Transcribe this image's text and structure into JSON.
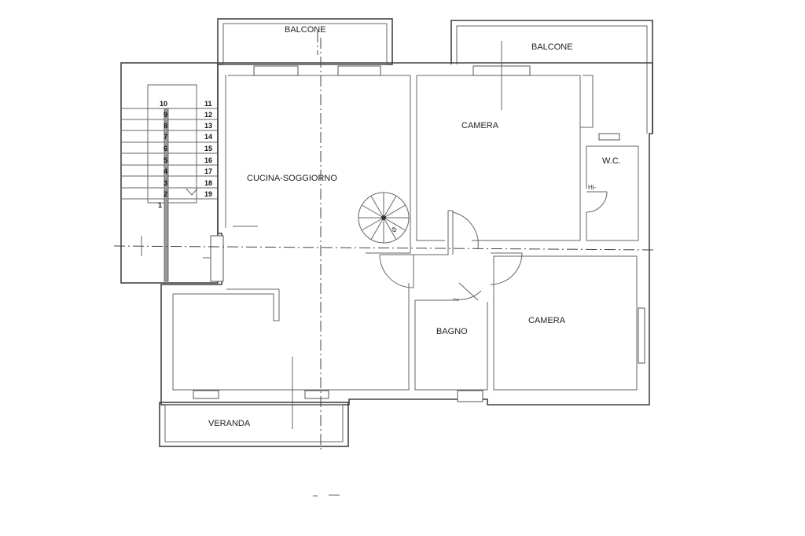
{
  "rooms": {
    "balcone_left": "BALCONE",
    "balcone_right": "BALCONE",
    "cucina_soggiorno": "CUCINA-SOGGIORNO",
    "camera_top": "CAMERA",
    "wc": "W.C.",
    "bagno": "BAGNO",
    "camera_bottom": "CAMERA",
    "veranda": "VERANDA"
  },
  "stairs": {
    "left_numbers": [
      "10",
      "9",
      "8",
      "7",
      "6",
      "5",
      "4",
      "3",
      "2",
      "1"
    ],
    "right_numbers": [
      "11",
      "12",
      "13",
      "14",
      "15",
      "16",
      "17",
      "18",
      "19"
    ]
  },
  "annotations": {
    "spiral_mark": "Ø",
    "wc_mark": "Hi-"
  }
}
